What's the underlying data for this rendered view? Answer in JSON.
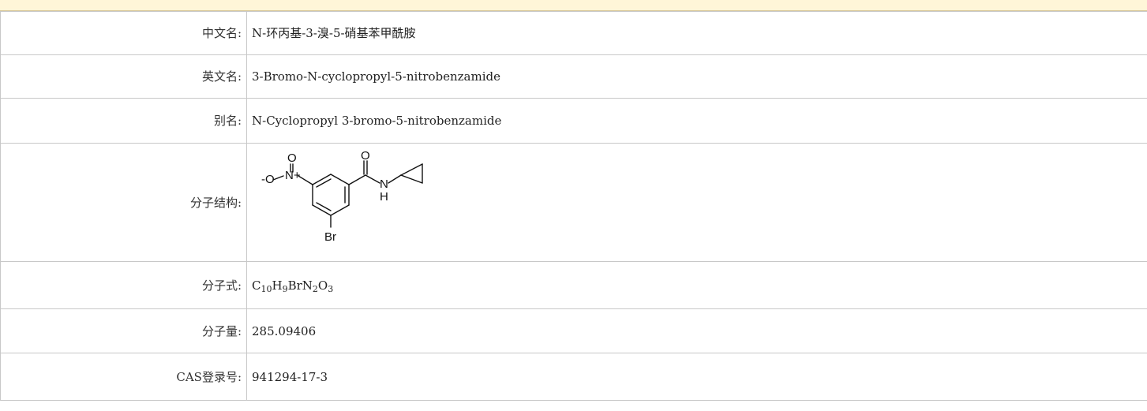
{
  "rows": {
    "chinese_name": {
      "label": "中文名:",
      "value": "N-环丙基-3-溴-5-硝基苯甲酰胺"
    },
    "english_name": {
      "label": "英文名:",
      "value": "3-Bromo-N-cyclopropyl-5-nitrobenzamide"
    },
    "alias": {
      "label": "别名:",
      "value": "N-Cyclopropyl 3-bromo-5-nitrobenzamide"
    },
    "structure": {
      "label": "分子结构:",
      "atoms": {
        "o_top_nitro": "O",
        "o_minus": "-O",
        "n_plus": "N+",
        "o_carbonyl": "O",
        "n_amide": "N",
        "h_amide": "H",
        "br": "Br"
      }
    },
    "formula": {
      "label": "分子式:",
      "parts": [
        {
          "text": "C",
          "sub": "10"
        },
        {
          "text": "H",
          "sub": "9"
        },
        {
          "text": "BrN",
          "sub": "2"
        },
        {
          "text": "O",
          "sub": "3"
        }
      ]
    },
    "weight": {
      "label": "分子量:",
      "value": "285.09406"
    },
    "cas": {
      "label": "CAS登录号:",
      "value": "941294-17-3"
    }
  }
}
